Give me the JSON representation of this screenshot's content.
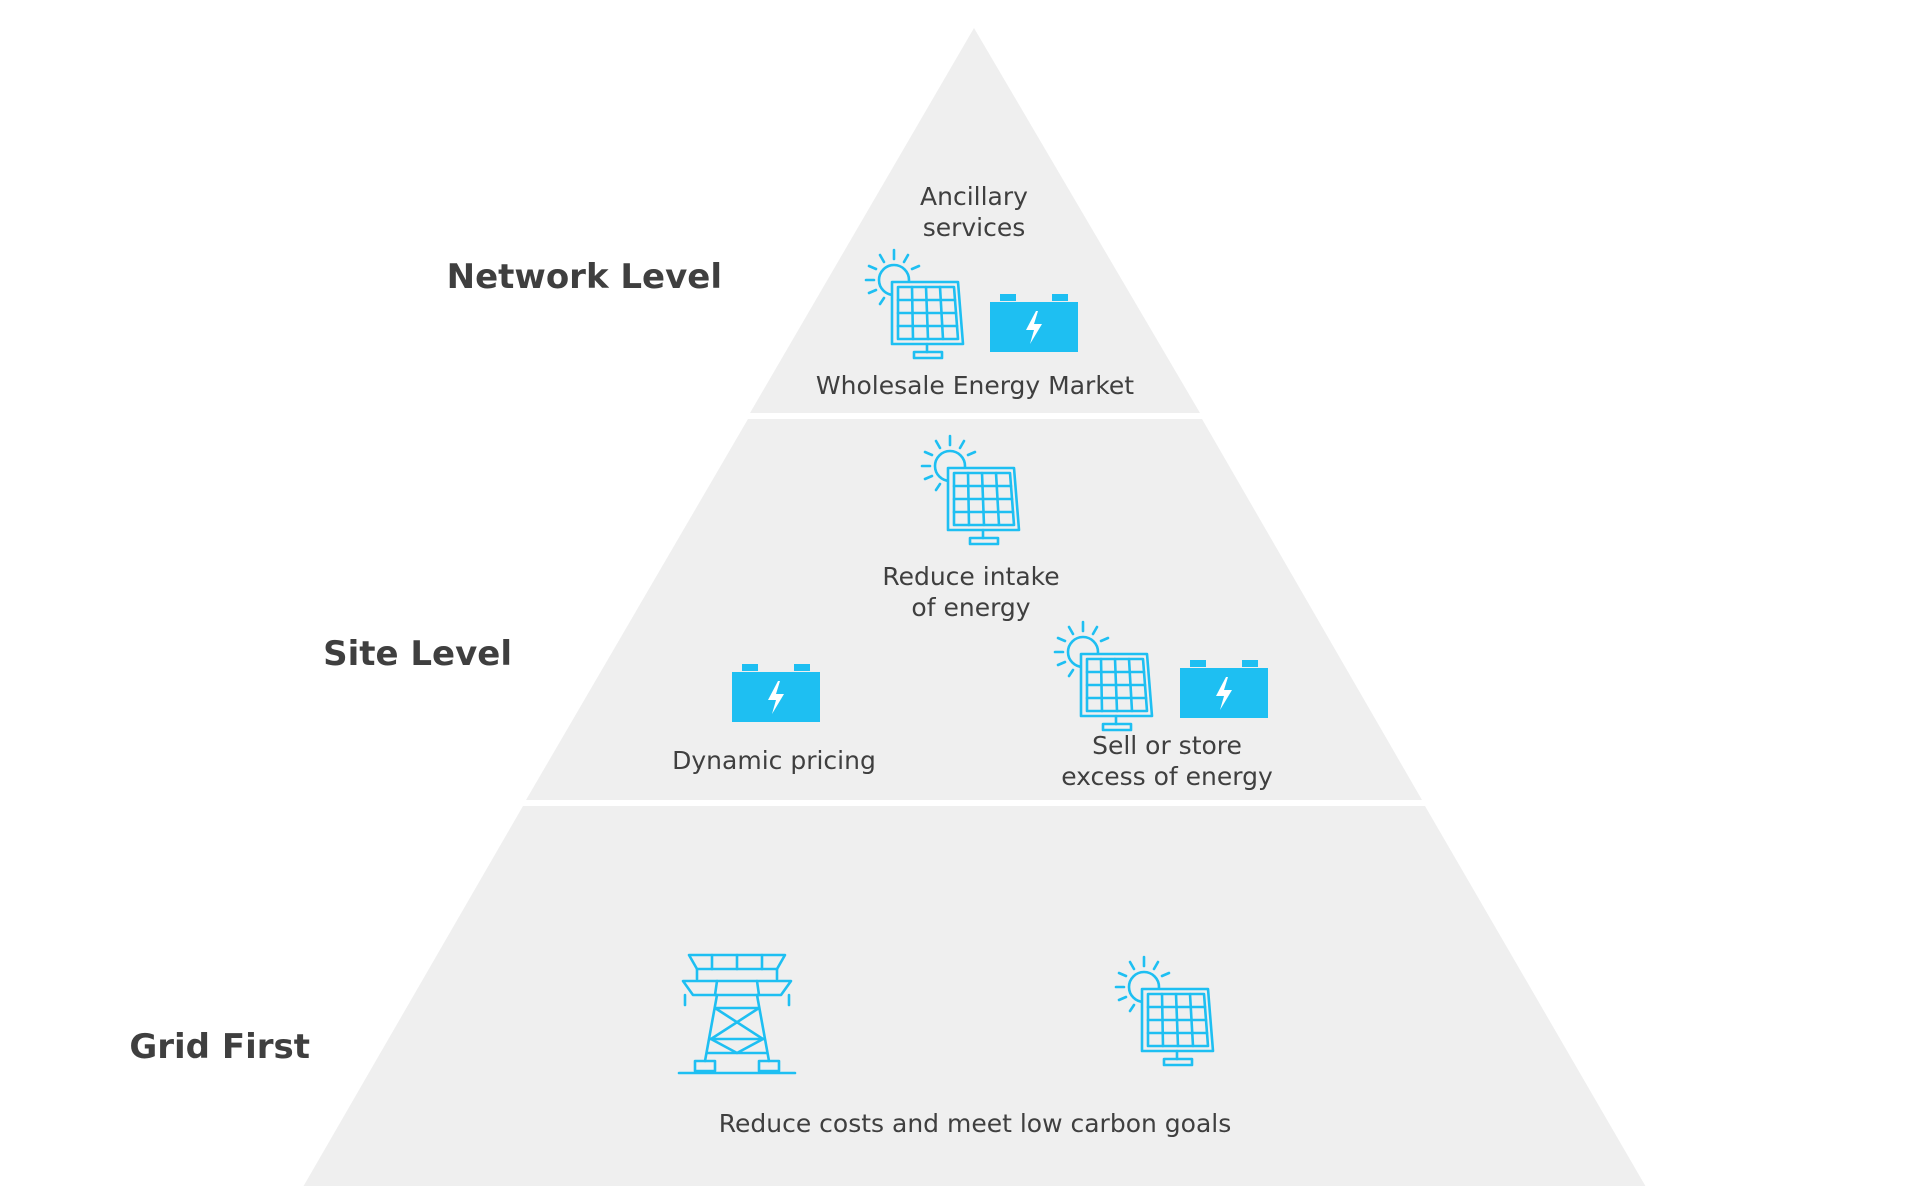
{
  "colors": {
    "accent": "#1ebff2",
    "tier_background": "#efefef",
    "text": "#3f3f3f",
    "background": "#ffffff"
  },
  "tiers": {
    "network": {
      "label": "Network Level",
      "caption_top_line1": "Ancillary",
      "caption_top_line2": "services",
      "caption_bottom": "Wholesale Energy Market",
      "icons": [
        "solar-panel-icon",
        "battery-icon"
      ]
    },
    "site": {
      "label": "Site Level",
      "center_caption_line1": "Reduce intake",
      "center_caption_line2": "of energy",
      "left_caption": "Dynamic pricing",
      "right_caption_line1": "Sell or store",
      "right_caption_line2": "excess of energy",
      "icons": [
        "solar-panel-icon",
        "battery-icon",
        "solar-panel-icon",
        "battery-icon"
      ]
    },
    "grid": {
      "label": "Grid First",
      "caption": "Reduce costs and meet low carbon goals",
      "icons": [
        "transmission-tower-icon",
        "solar-panel-icon"
      ]
    }
  }
}
